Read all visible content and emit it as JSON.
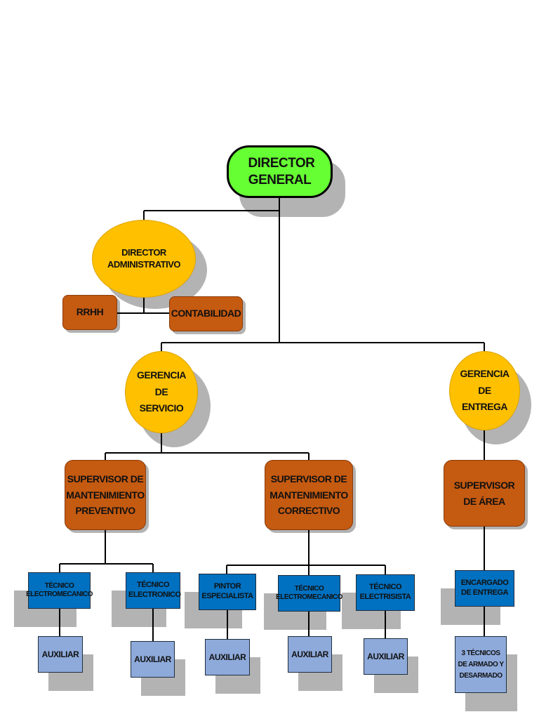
{
  "director_general": "DIRECTOR GENERAL",
  "director_administrativo": "DIRECTOR ADMINISTRATIVO",
  "rrhh": "RRHH",
  "contabilidad": "CONTABILIDAD",
  "gerencia_servicio": "GERENCIA DE SERVICIO",
  "gerencia_entrega": "GERENCIA DE ENTREGA",
  "supervisor_preventivo": "SUPERVISOR DE MANTENIMIENTO PREVENTIVO",
  "supervisor_correctivo": "SUPERVISOR DE MANTENIMIENTO CORRECTIVO",
  "supervisor_area": "SUPERVISOR DE ÁREA",
  "tecnicos": [
    "TÉCNICO ELECTROMECANICO",
    "TÉCNICO ELECTRONICO",
    "PINTOR ESPECIALISTA",
    "TÉCNICO ELECTROMECANICO",
    "TÉCNICO ELECTRISISTA",
    "ENCARGADO DE ENTREGA"
  ],
  "auxiliares": [
    "AUXILIAR",
    "AUXILIAR",
    "AUXILIAR",
    "AUXILIAR",
    "AUXILIAR",
    "3 TÉCNICOS DE ARMADO Y DESARMADO"
  ],
  "colors": {
    "green": "#66ff33",
    "yellow": "#ffc000",
    "orange": "#c55a11",
    "blue": "#0070c0",
    "light_blue": "#8eaadb"
  }
}
